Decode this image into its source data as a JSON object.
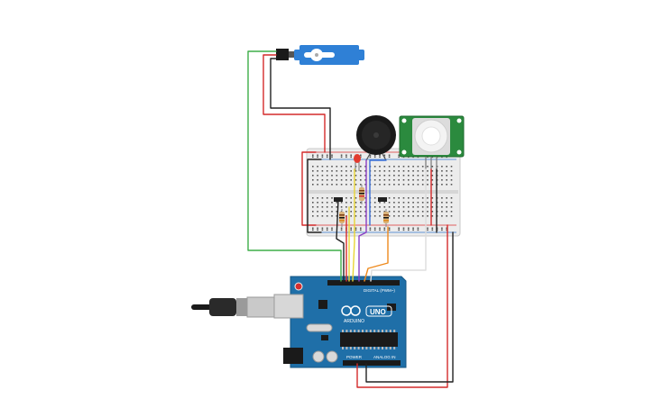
{
  "board": {
    "logo_text": "UNO",
    "brand_text": "ARDUINO",
    "digital_label": "DIGITAL (PWM~)",
    "power_label": "POWER",
    "analog_label": "ANALOG IN"
  },
  "colors": {
    "board": "#1f6fa8",
    "breadboard": "#ececec",
    "wire_red": "#d42a2a",
    "wire_black": "#222222",
    "wire_green": "#3fae49",
    "wire_yellow": "#e9d535",
    "wire_orange": "#ee8a1e",
    "wire_blue": "#3a6fd8",
    "wire_purple": "#8a3fc4",
    "wire_white": "#dddddd",
    "pir_board": "#2b8a3e",
    "servo": "#2f80d6",
    "led": "#e23b2f"
  }
}
